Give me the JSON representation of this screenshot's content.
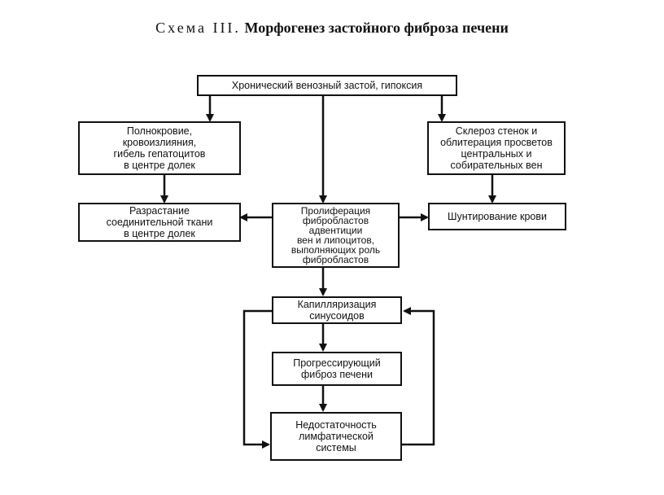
{
  "title": {
    "prefix": "Схема III.",
    "text": "Морфогенез застойного фиброза печени"
  },
  "nodes": {
    "congestion": "Хронический венозный застой, гипоксия",
    "plethora": "Полнокровие,\nкровоизлияния,\nгибель гепатоцитов\nв центре долек",
    "sclerosis": "Склероз стенок и\nоблитерация просветов\nцентральных и\nсобирательных вен",
    "connective": "Разрастание\nсоединительной ткани\nв центре долек",
    "proliferation": "Пролиферация\nфибробластов\nадвентиции\nвен и липоцитов,\nвыполняющих роль\nфибробластов",
    "shunting": "Шунтирование крови",
    "capillarization": "Капилляризация\nсинусоидов",
    "progressive": "Прогрессирующий\nфиброз печени",
    "insufficiency": "Недостаточность\nлимфатической\nсистемы"
  }
}
